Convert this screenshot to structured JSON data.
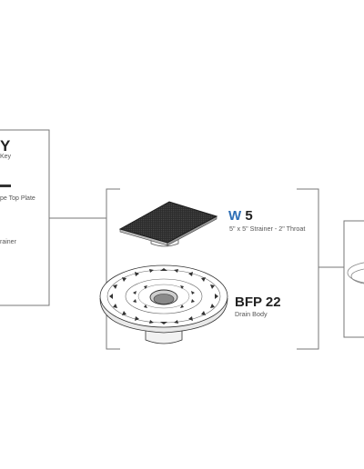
{
  "left_fragments": {
    "title_char": "Y",
    "key_text": "Key",
    "top_plate_text": "pe Top Plate",
    "strainer_text": "rainer"
  },
  "products": [
    {
      "code_prefix": "W",
      "code_suffix": " 5",
      "description": "5\" x 5\" Strainer - 2\" Throat",
      "accent_color": "#2e6fb6"
    },
    {
      "code_prefix": "",
      "code_suffix": "BFP 22",
      "description": "Drain Body",
      "accent_color": "#222222"
    }
  ],
  "colors": {
    "line": "#777777",
    "grate": "#2f2f2f",
    "accent_blue": "#2e6fb6"
  }
}
